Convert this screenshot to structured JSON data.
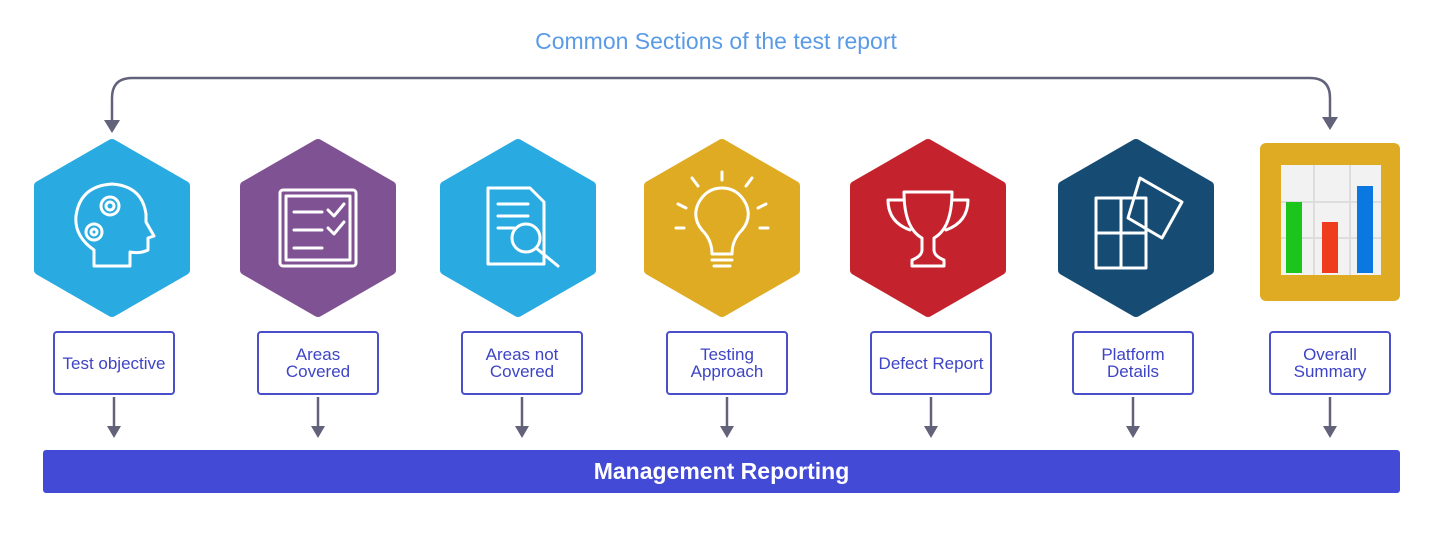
{
  "title": "Common Sections of the test report",
  "sections": [
    {
      "label": "Test objective",
      "icon": "head-gears-icon",
      "color": "#29abe2"
    },
    {
      "label": "Areas Covered",
      "icon": "checklist-icon",
      "color": "#7f5293"
    },
    {
      "label": "Areas not Covered",
      "icon": "document-search-icon",
      "color": "#29abe2"
    },
    {
      "label": "Testing Approach",
      "icon": "lightbulb-icon",
      "color": "#deab22"
    },
    {
      "label": "Defect Report",
      "icon": "trophy-icon",
      "color": "#c4232e"
    },
    {
      "label": "Platform Details",
      "icon": "puzzle-icon",
      "color": "#164b73"
    },
    {
      "label": "Overall Summary",
      "icon": "bar-chart-icon",
      "color": "#deab22"
    }
  ],
  "footer": "Management Reporting",
  "colors": {
    "arrow": "#62627a",
    "bar": "#434ad6",
    "label": "#3e44c4"
  }
}
